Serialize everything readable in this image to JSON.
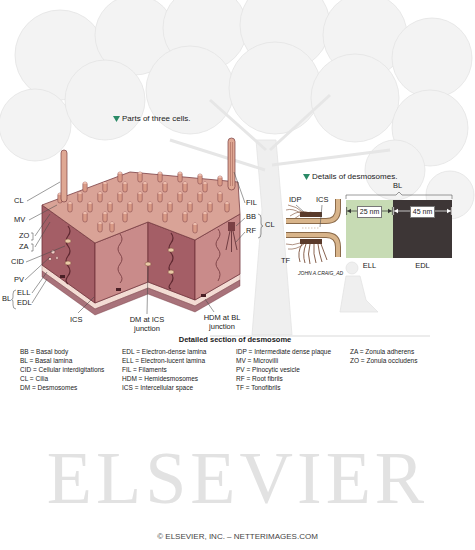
{
  "diagram": {
    "nodes": [
      {
        "text": [
          "25 nm",
          "ELL"
        ]
      },
      {
        "text": [
          "45 nm",
          "EDL"
        ]
      }
    ],
    "labels": [
      "Parts of three cells.",
      "CL",
      "MV",
      "ZO",
      "ZA",
      "CID",
      "PV",
      "BL",
      "ELL",
      "EDL",
      "ICS",
      "DM at ICS junction",
      "HDM at BL junction",
      "FIL",
      "BB",
      "RF",
      "CL",
      "Details of desmosomes.",
      "BL",
      "IDP",
      "ICS",
      "TF",
      "JOHN A.CRAIG_AD",
      "Detailed section of desmosome",
      "BB = Basal body",
      "BL = Basal lamina",
      "CID = Cellular interdigitations",
      "CL = Cilia",
      "DM = Desmosomes",
      "EDL = Electron-dense lamina",
      "ELL = Electron-lucent lamina",
      "FIL = Filaments",
      "HDM = Hemidesmosomes",
      "ICS = Intercellular space",
      "IDP = Intermediate dense plaque",
      "MV = Microvilli",
      "PV = Pinocytic vesicle",
      "RF = Root fibrils",
      "TF = Tonofibrils",
      "ZA = Zonula adherens",
      "ZO = Zonula occludens",
      "ELSEVIER",
      "© ELSEVIER, INC. – NETTERIMAGES.COM"
    ]
  }
}
